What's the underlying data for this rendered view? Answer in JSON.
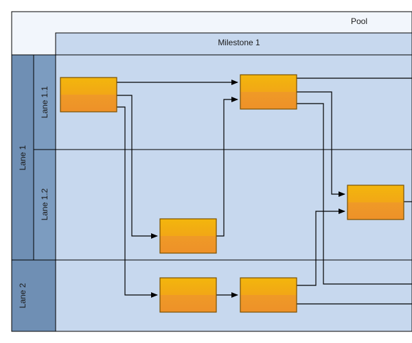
{
  "pool": {
    "label": "Pool"
  },
  "milestone": {
    "label": "Milestone 1"
  },
  "lanes": [
    {
      "label": "Lane 1"
    },
    {
      "label": "Lane 2"
    }
  ],
  "sublanes": [
    {
      "label": "Lane 1.1"
    },
    {
      "label": "Lane 1.2"
    }
  ],
  "colors": {
    "pool_header": "#f2f6fc",
    "milestone_header": "#c7d8ee",
    "lane_header": "#6f8fb4",
    "sublane_header": "#7c9cc0",
    "lane_body": "#c7d8ee",
    "task_fill_top": "#f2b10c",
    "task_fill_bottom": "#ef9228",
    "task_border": "#8a5a00",
    "edge": "#000000"
  },
  "tasks": [
    {
      "id": "task-1"
    },
    {
      "id": "task-2"
    },
    {
      "id": "task-3"
    },
    {
      "id": "task-4"
    },
    {
      "id": "task-5"
    },
    {
      "id": "task-6"
    }
  ]
}
